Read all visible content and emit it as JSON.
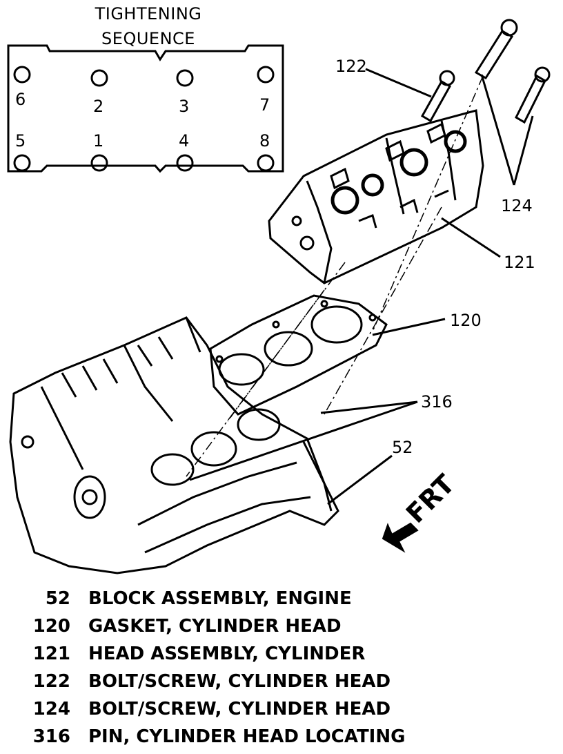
{
  "tightening_sequence": {
    "title_line1": "TIGHTENING",
    "title_line2": "SEQUENCE",
    "top_row": [
      "6",
      "2",
      "3",
      "7"
    ],
    "bottom_row": [
      "5",
      "1",
      "4",
      "8"
    ]
  },
  "callouts": {
    "c122": "122",
    "c124": "124",
    "c121": "121",
    "c120": "120",
    "c316": "316",
    "c52": "52"
  },
  "direction_label": "FRT",
  "legend": [
    {
      "num": "52",
      "desc": "BLOCK ASSEMBLY, ENGINE"
    },
    {
      "num": "120",
      "desc": "GASKET, CYLINDER HEAD"
    },
    {
      "num": "121",
      "desc": "HEAD ASSEMBLY, CYLINDER"
    },
    {
      "num": "122",
      "desc": "BOLT/SCREW, CYLINDER HEAD"
    },
    {
      "num": "124",
      "desc": "BOLT/SCREW, CYLINDER HEAD"
    },
    {
      "num": "316",
      "desc": "PIN, CYLINDER HEAD LOCATING"
    }
  ]
}
